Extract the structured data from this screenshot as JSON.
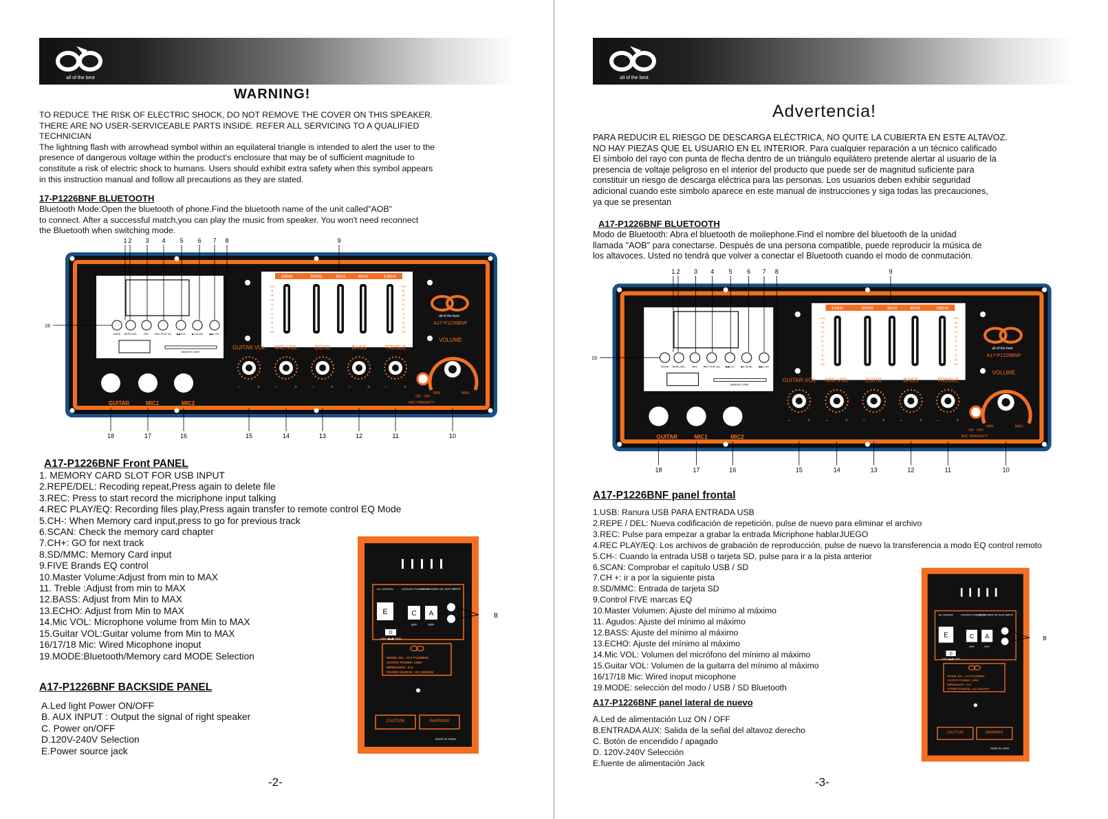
{
  "brand": {
    "tagline": "all of the best"
  },
  "colors": {
    "panel_orange": "#f26f21",
    "panel_black": "#111111",
    "panel_frame": "#1a4f86"
  },
  "left": {
    "warning_title": "WARNING!",
    "warning_text": "TO REDUCE THE RISK OF ELECTRIC SHOCK, DO NOT REMOVE THE COVER ON THIS SPEAKER.\nTHERE ARE NO USER-SERVICEABLE PARTS INSIDE. REFER ALL SERVICING TO A QUALIFIED\nTECHNICIAN\nThe lightning flash with arrowhead symbol within an equilateral triangle is intended to alert the user to the\n presence of dangerous voltage within the product's enclosure that may be of sufficient magnitude to\nconstitute a risk of electric shock to humans. Users should exhibit extra safety when this symbol appears\nin this instruction manual and follow all precautions as they are stated.",
    "bt_title": "17-P1226BNF BLUETOOTH",
    "bt_text": "Bluetooth Mode:Open the bluetooth of phone.Find the bluetooth name of the unit called\"AOB\"\nto connect. After a successful match,you can play the music from speaker. You won't need reconnect\nthe Bluetooth when switching mode.",
    "front_title": "A17-P1226BNF Front PANEL",
    "front_items": "1. MEMORY CARD  SLOT FOR USB INPUT\n2.REPE/DEL: Recoding repeat,Press again to delete file\n3.REC: Press to start record the micriphone input talking\n4.REC PLAY/EQ: Recording files play,Press again transfer to remote control EQ Mode\n5.CH-: When Memory  card input,press to go for previous track\n6.SCAN: Check the memory card chapter\n7.CH+: GO for next track\n8.SD/MMC: Memory Card input\n9.FIVE Brands EQ control\n10.Master Volume:Adjust from min to MAX\n11. Treble :Adjust from min to MAX\n12.BASS: Adjust from Min to MAX\n13.ECHO: Adjust from Min to MAX\n14.Mic VOL: Microphone volume from Min to MAX\n15.Guitar VOL:Guitar volume from Min to MAX\n16/17/18 Mic: Wired Micophone inoput\n19.MODE:Bluetooth/Memory card MODE Selection",
    "back_title": "A17-P1226BNF BACKSIDE PANEL",
    "back_items": "A.Led light  Power ON/OFF\nB. AUX  INPUT :  Output the signal of right speaker\nC. Power on/OFF\nD.120V-240V Selection\nE.Power source jack",
    "page_number": "-2-"
  },
  "right": {
    "warning_title": "Advertencia!",
    "warning_text": "PARA REDUCIR EL RIESGO DE DESCARGA ELÉCTRICA, NO QUITE LA CUBIERTA EN ESTE ALTAVOZ.\n NO HAY PIEZAS QUE EL USUARIO EN EL INTERIOR. Para cualquier reparación a un técnico calificado\nEl símbolo del rayo con punta de flecha dentro de un triángulo equilátero pretende alertar al usuario de la\npresencia de voltaje peligroso en el interior del producto que puede ser de magnitud suficiente para\nconstituir un riesgo de descarga eléctrica para las personas. Los usuarios deben exhibir seguridad\nadicional cuando este símbolo aparece en este manual de instrucciones y siga todas las precauciones,\nya que se presentan",
    "bt_title": "A17-P1226BNF BLUETOOTH",
    "bt_text": "Modo de Bluetooth: Abra el bluetooth de moilephone.Find el nombre del bluetooth de la unidad\nllamada \"AOB\" para conectarse. Después de una persona compatible, puede reproducir la música de\nlos altavoces. Usted no tendrá que volver a conectar el Bluetooth cuando el modo de conmutación.",
    "front_title": "A17-P1226BNF panel frontal",
    "front_items": "1.USB: Ranura USB PARA ENTRADA USB\n2.REPE / DEL: Nueva codificación de repetición, pulse de nuevo para eliminar el archivo\n3.REC: Pulse para empezar a grabar la entrada Micriphone hablarJUEGO\n4.REC PLAY/EQ: Los archivos de grabación de reproducción, pulse de nuevo la transferencia a modo EQ control remoto\n5.CH-: Cuando la entrada USB o tarjeta SD, pulse para ir a la pista anterior\n6.SCAN: Comprobar el capítulo USB / SD\n7.CH +: ir a por la siguiente pista\n8.SD/MMC: Entrada de tarjeta SD\n9.Control FIVE marcas EQ\n10.Master Volumen: Ajuste del mínimo al máximo\n11. Agudos: Ajuste del mínimo al máximo\n12.BASS: Ajuste del mínimo al máximo\n13.ECHO: Ajuste del mínimo al máximo\n14.Mic VOL: Volumen del micrófono del mínimo al máximo\n15.Guitar VOL: Volumen de la guitarra del mínimo al máximo\n16/17/18 Mic: Wired inoput micophone\n19.MODE: selección del modo / USB / SD Bluetooth",
    "back_title": "A17-P1226BNF panel lateral de nuevo",
    "back_items": "A.Led de alimentación Luz ON / OFF\nB.ENTRADA AUX: Salida de la señal del altavoz derecho\nC. Botón de encendido / apagado\nD. 120V-240V Selección\nE.fuente de alimentación Jack",
    "page_number": "-3-"
  },
  "front_panel": {
    "model": "A17-P1226BNF",
    "eq_bands": [
      "100Hz",
      "500Hz",
      "1KHz",
      "4KHz",
      "10KHz"
    ],
    "eq_levels_left": [
      "+10",
      "+8",
      "+6",
      "+4",
      "+2",
      "0",
      "-2",
      "-4",
      "-6",
      "-8",
      "-10"
    ],
    "knobs": [
      "GUITAR.VOL",
      "MIC.VOL",
      "ECHO",
      "BASS",
      "TREBLE"
    ],
    "volume_label": "VOLUME",
    "min_label": "MIN",
    "max_label": "MAX",
    "mic_priority": "MIC PRIORITY",
    "on_label": "ON",
    "off_label": "OFF",
    "jacks": [
      "GUITAR",
      "MIC1",
      "MIC2"
    ],
    "buttons": [
      "MODE",
      "REPE /DEL",
      "REC",
      "REC PLAY EQ",
      "I◀◀ /CH-",
      "▶II SCAN",
      "▶▶I CH+"
    ],
    "memory_card": "MEMORY CARD",
    "callouts_top": [
      "1",
      "2",
      "3",
      "4",
      "5",
      "6",
      "7",
      "8",
      "9"
    ],
    "callout_19": "19",
    "callouts_bottom": [
      "18",
      "17",
      "16",
      "15",
      "14",
      "13",
      "12",
      "11",
      "10"
    ]
  },
  "back_panel": {
    "ac_label": "AC 120/240V",
    "power_label": "120/240V POWER ON",
    "led_label": "LED POWER ON",
    "aux_label": "AUX INPUT",
    "off_label": "OFF",
    "letters": [
      "E",
      "C",
      "A",
      "D"
    ],
    "callout_b": "B",
    "voltage_sel": "120V ◀▬▶ 240V",
    "model_line": "MODEL NO. : A17-P1226BNF",
    "output_power": "OUTPUT POWER: 100W",
    "impedance": "IMPEDANCE : 4 Ω",
    "power_source": "POWER SOURCE : AC 120/240V",
    "caution": "CAUTION",
    "warning": "WARNING",
    "made_in": "MADE IN CHINA"
  }
}
